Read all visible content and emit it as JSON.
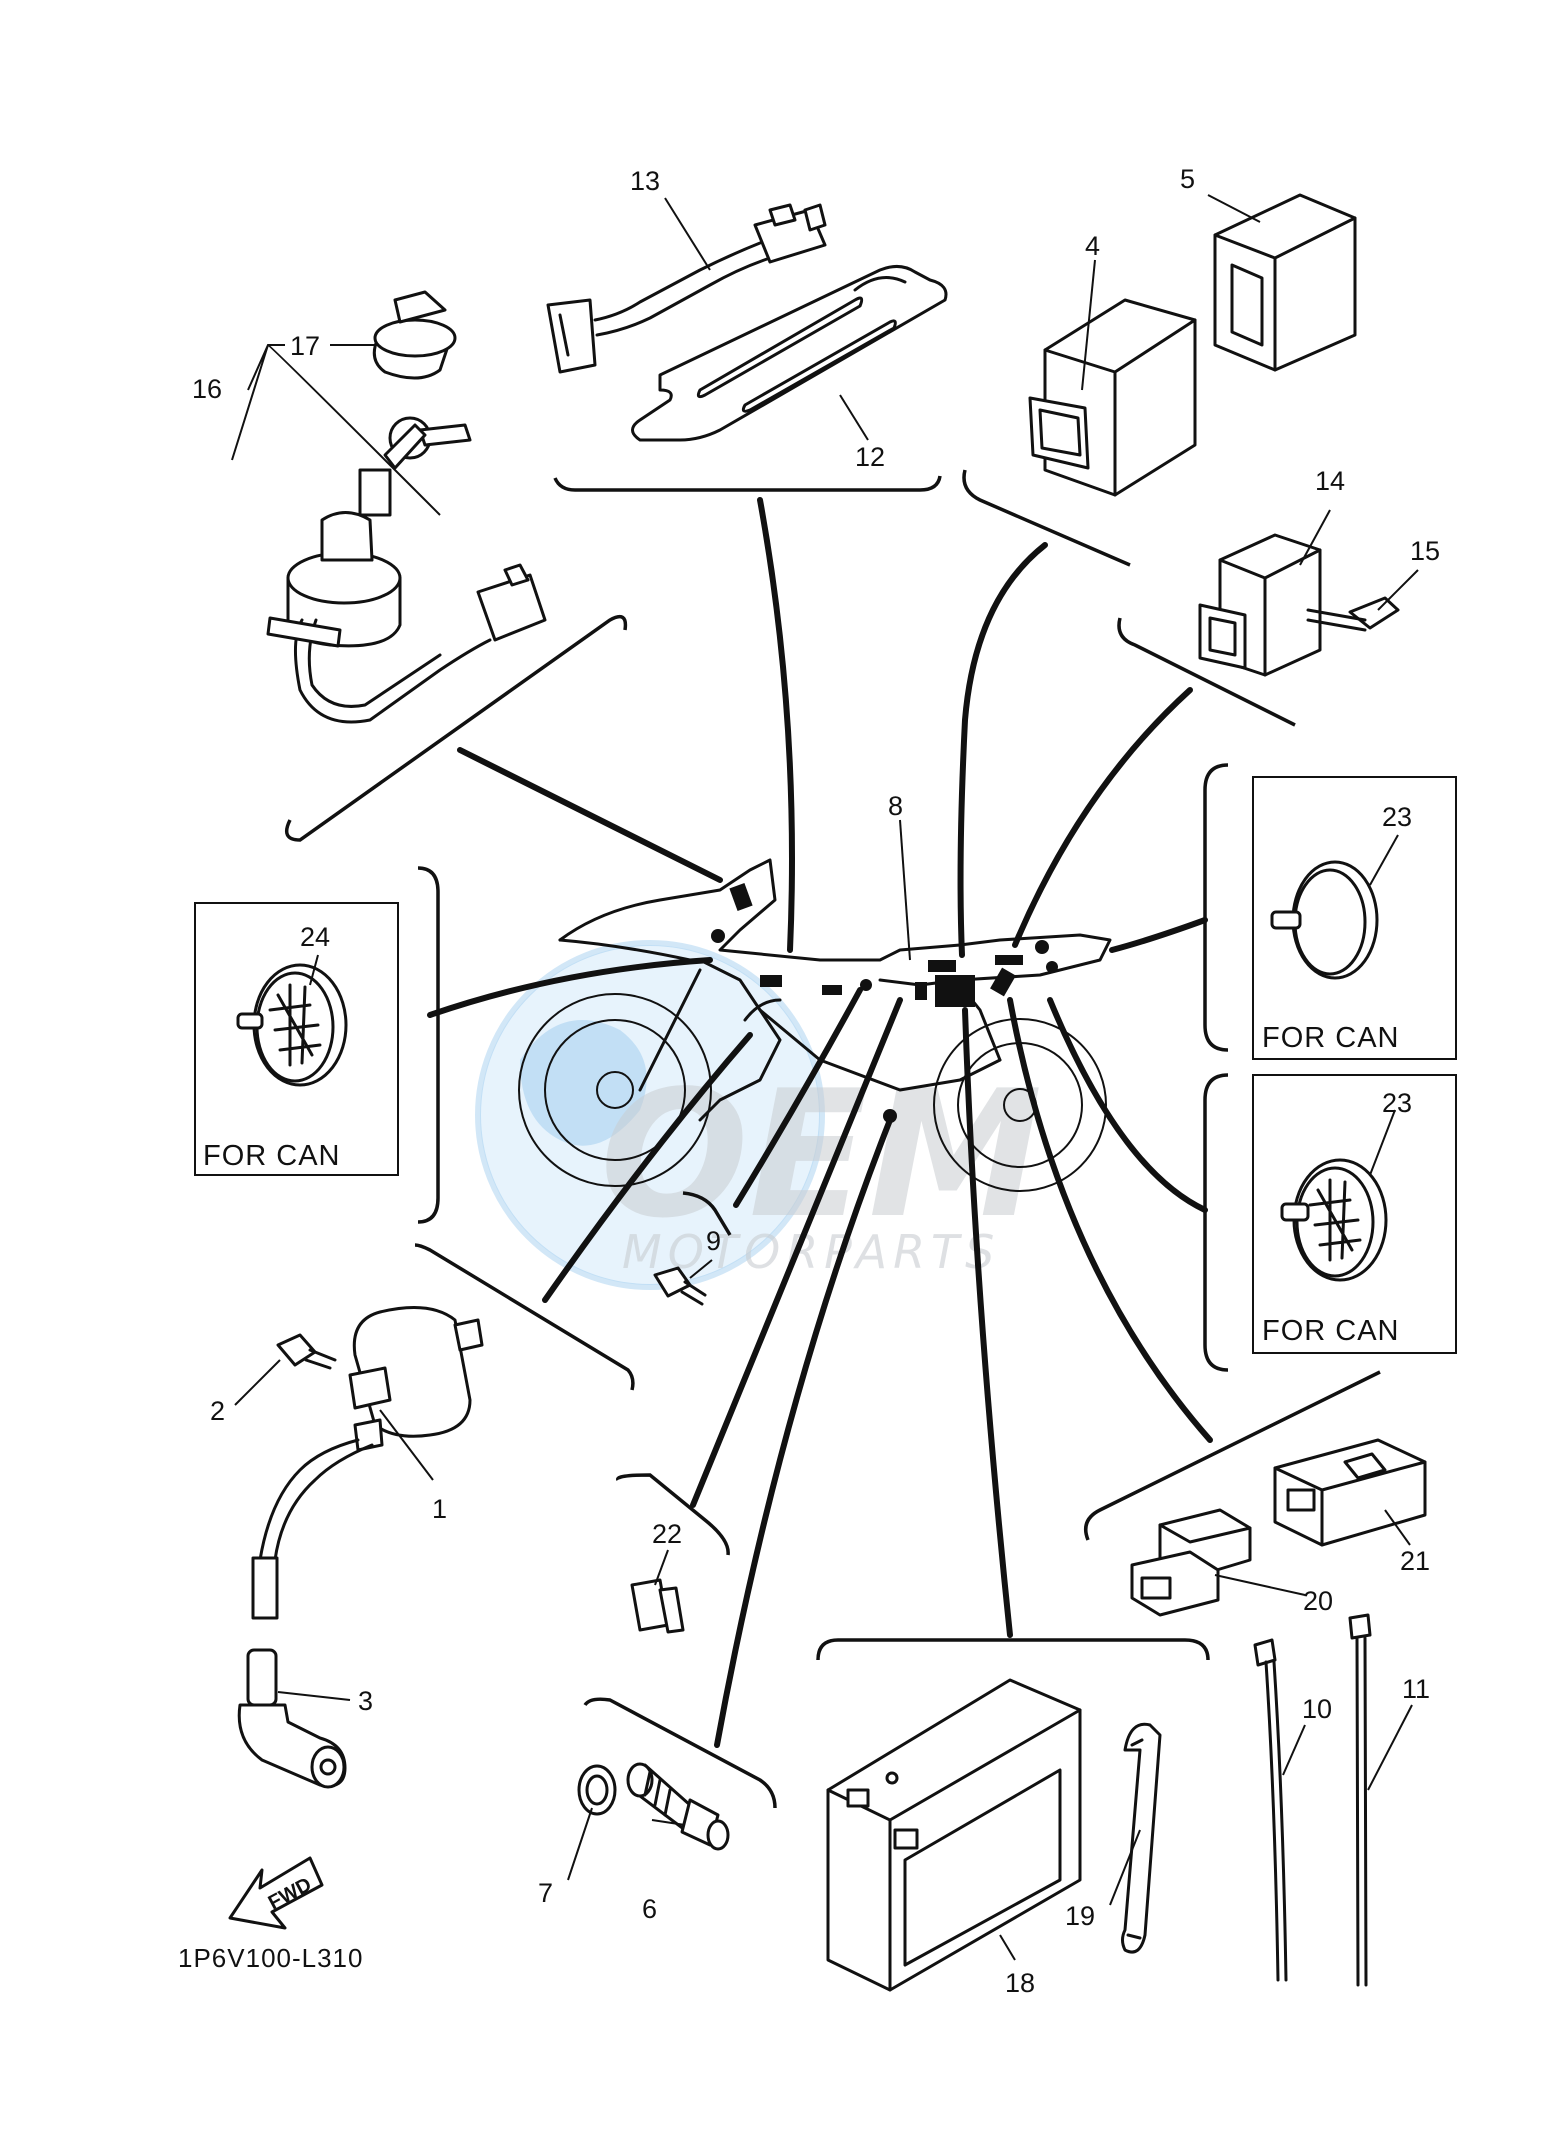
{
  "diagram_code": "1P6V100-L310",
  "direction_arrow_text": "FWD",
  "note_label": "FOR CAN",
  "watermark": {
    "brand": "OEM",
    "subtitle": "MOTORPARTS"
  },
  "part_callouts": [
    "1",
    "2",
    "3",
    "4",
    "5",
    "6",
    "7",
    "8",
    "9",
    "10",
    "11",
    "12",
    "13",
    "14",
    "15",
    "16",
    "17",
    "18",
    "19",
    "20",
    "21",
    "22",
    "23",
    "23",
    "24"
  ],
  "colors": {
    "line": "#111111",
    "watermark": "#c9cdd1",
    "watermark_globe": "#8ec5ee"
  }
}
